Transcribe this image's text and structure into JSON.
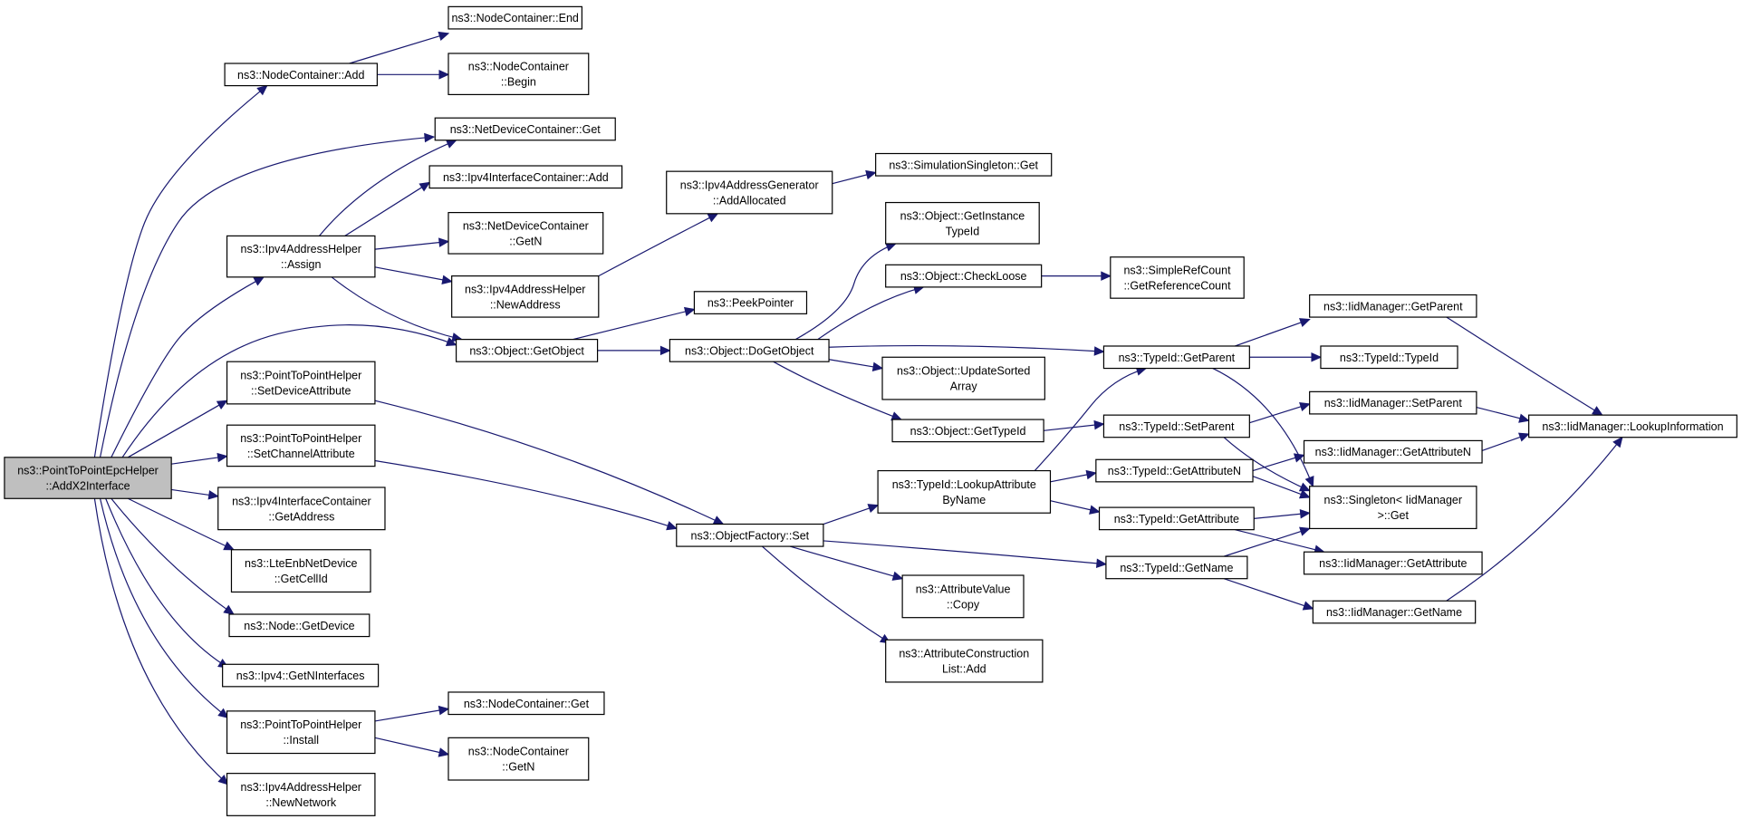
{
  "nodes": {
    "root": [
      "ns3::PointToPointEpcHelper",
      "::AddX2Interface"
    ],
    "nc_add": [
      "ns3::NodeContainer::Add"
    ],
    "nc_end": [
      "ns3::NodeContainer::End"
    ],
    "nc_begin": [
      "ns3::NodeContainer",
      "::Begin"
    ],
    "ndc_get": [
      "ns3::NetDeviceContainer::Get"
    ],
    "iic_add": [
      "ns3::Ipv4InterfaceContainer::Add"
    ],
    "ndc_getn": [
      "ns3::NetDeviceContainer",
      "::GetN"
    ],
    "iah_assign": [
      "ns3::Ipv4AddressHelper",
      "::Assign"
    ],
    "iah_newaddr": [
      "ns3::Ipv4AddressHelper",
      "::NewAddress"
    ],
    "iag_addalloc": [
      "ns3::Ipv4AddressGenerator",
      "::AddAllocated"
    ],
    "sim_get": [
      "ns3::SimulationSingleton::Get"
    ],
    "obj_getinst": [
      "ns3::Object::GetInstance",
      "TypeId"
    ],
    "obj_checkloose": [
      "ns3::Object::CheckLoose"
    ],
    "src_getref": [
      "ns3::SimpleRefCount",
      "::GetReferenceCount"
    ],
    "peek": [
      "ns3::PeekPointer"
    ],
    "obj_getobject": [
      "ns3::Object::GetObject"
    ],
    "obj_dogetobject": [
      "ns3::Object::DoGetObject"
    ],
    "obj_update": [
      "ns3::Object::UpdateSorted",
      "Array"
    ],
    "obj_gettypeid": [
      "ns3::Object::GetTypeId"
    ],
    "p2p_setdev": [
      "ns3::PointToPointHelper",
      "::SetDeviceAttribute"
    ],
    "p2p_setchan": [
      "ns3::PointToPointHelper",
      "::SetChannelAttribute"
    ],
    "iic_getaddr": [
      "ns3::Ipv4InterfaceContainer",
      "::GetAddress"
    ],
    "lte_getcell": [
      "ns3::LteEnbNetDevice",
      "::GetCellId"
    ],
    "node_getdev": [
      "ns3::Node::GetDevice"
    ],
    "ipv4_getn": [
      "ns3::Ipv4::GetNInterfaces"
    ],
    "p2p_install": [
      "ns3::PointToPointHelper",
      "::Install"
    ],
    "nc_get": [
      "ns3::NodeContainer::Get"
    ],
    "nc_getn": [
      "ns3::NodeContainer",
      "::GetN"
    ],
    "iah_newnet": [
      "ns3::Ipv4AddressHelper",
      "::NewNetwork"
    ],
    "of_set": [
      "ns3::ObjectFactory::Set"
    ],
    "tid_lookup": [
      "ns3::TypeId::LookupAttribute",
      "ByName"
    ],
    "av_copy": [
      "ns3::AttributeValue",
      "::Copy"
    ],
    "acl_add": [
      "ns3::AttributeConstruction",
      "List::Add"
    ],
    "tid_getparent": [
      "ns3::TypeId::GetParent"
    ],
    "tid_typeid": [
      "ns3::TypeId::TypeId"
    ],
    "tid_setparent": [
      "ns3::TypeId::SetParent"
    ],
    "tid_getattrn": [
      "ns3::TypeId::GetAttributeN"
    ],
    "tid_getattr": [
      "ns3::TypeId::GetAttribute"
    ],
    "tid_getname": [
      "ns3::TypeId::GetName"
    ],
    "iid_getparent": [
      "ns3::IidManager::GetParent"
    ],
    "iid_setparent": [
      "ns3::IidManager::SetParent"
    ],
    "iid_getattrn": [
      "ns3::IidManager::GetAttributeN"
    ],
    "singleton_get": [
      "ns3::Singleton< IidManager",
      ">::Get"
    ],
    "iid_getattr": [
      "ns3::IidManager::GetAttribute"
    ],
    "iid_getname": [
      "ns3::IidManager::GetName"
    ],
    "iid_lookup": [
      "ns3::IidManager::LookupInformation"
    ]
  },
  "colors": {
    "edge": "#191970",
    "root_fill": "#bfbfbf",
    "node_fill": "#ffffff",
    "node_stroke": "#000000"
  }
}
